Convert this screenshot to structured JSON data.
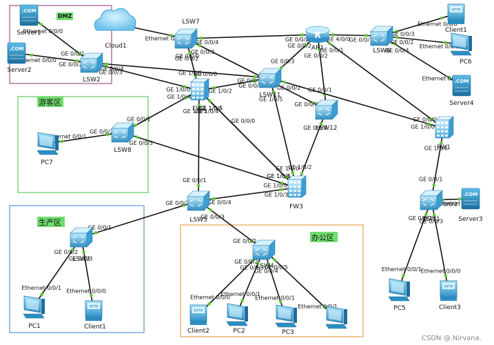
{
  "zones": [
    {
      "id": "dmz",
      "title": "DMZ",
      "color": "#a0508a",
      "bg": "#6fdc6f"
    },
    {
      "id": "guest",
      "title": "游客区",
      "color": "#5ec95e",
      "bg": "#6fdc6f"
    },
    {
      "id": "prod",
      "title": "生产区",
      "color": "#5b8fd8",
      "bg": "#6fdc6f"
    },
    {
      "id": "office",
      "title": "办公区",
      "color": "#e8a050",
      "bg": "#6fdc6f"
    }
  ],
  "devices": [
    {
      "id": "server1",
      "type": "server",
      "name": "Server1"
    },
    {
      "id": "server2",
      "type": "server",
      "name": "Server2"
    },
    {
      "id": "cloud1",
      "type": "cloud",
      "name": "Cloud1"
    },
    {
      "id": "lsw2",
      "type": "switch",
      "name": "LSW2"
    },
    {
      "id": "lsw7",
      "type": "switch",
      "name": "LSW7"
    },
    {
      "id": "fw2",
      "type": "firewall",
      "name": "FW2"
    },
    {
      "id": "lsw11",
      "type": "switch",
      "name": "LSW11"
    },
    {
      "id": "lsw12",
      "type": "switch",
      "name": "LSW12"
    },
    {
      "id": "ar1",
      "type": "router",
      "name": "AR1"
    },
    {
      "id": "lsw6",
      "type": "switch",
      "name": "LSW6"
    },
    {
      "id": "client1",
      "type": "client",
      "name": "Client1"
    },
    {
      "id": "pc6",
      "type": "pc",
      "name": "PC6"
    },
    {
      "id": "server4",
      "type": "server",
      "name": "Server4"
    },
    {
      "id": "fw1",
      "type": "firewall",
      "name": "FW1"
    },
    {
      "id": "lsw8",
      "type": "switch",
      "name": "LSW8"
    },
    {
      "id": "pc7",
      "type": "pc",
      "name": "PC7"
    },
    {
      "id": "fw3",
      "type": "firewall",
      "name": "FW3"
    },
    {
      "id": "lsw5",
      "type": "switch",
      "name": "LSW5"
    },
    {
      "id": "lsw3",
      "type": "switch",
      "name": "LSW3"
    },
    {
      "id": "pc1",
      "type": "pc",
      "name": "PC1"
    },
    {
      "id": "client1b",
      "type": "client",
      "name": "Client1"
    },
    {
      "id": "lsw4",
      "type": "switch",
      "name": "LSW4"
    },
    {
      "id": "client2",
      "type": "client",
      "name": "Client2"
    },
    {
      "id": "pc2",
      "type": "pc",
      "name": "PC2"
    },
    {
      "id": "pc3",
      "type": "pc",
      "name": "PC3"
    },
    {
      "id": "pc4",
      "type": "pc",
      "name": ""
    },
    {
      "id": "lsw1",
      "type": "switch",
      "name": "LSW1"
    },
    {
      "id": "server3",
      "type": "server",
      "name": "Server3"
    },
    {
      "id": "pc5",
      "type": "pc",
      "name": "PC5"
    },
    {
      "id": "client3",
      "type": "client",
      "name": "Client3"
    }
  ],
  "links": [
    {
      "a": "server1",
      "b": "lsw2",
      "la": "Ethernet 0/0/0",
      "lb": "GE 0/0/1"
    },
    {
      "a": "server2",
      "b": "lsw2",
      "la": "Ethernet 0/0/0",
      "lb": "GE 0/0/2"
    },
    {
      "a": "cloud1",
      "b": "lsw7",
      "la": "",
      "lb": "Ethernet 0/0/1"
    },
    {
      "a": "lsw2",
      "b": "fw2",
      "la": "GE 0/0/3",
      "lb": "GE 1/0/0"
    },
    {
      "a": "lsw2",
      "b": "lsw11",
      "la": "GE 0/0/4",
      "lb": "GE 0/0/1"
    },
    {
      "a": "lsw7",
      "b": "fw2",
      "la": "GE 0/0/2",
      "lb": "GE 1/0/1"
    },
    {
      "a": "lsw7",
      "b": "lsw12",
      "la": "GE 0/0/3",
      "lb": "GE 0/0/3"
    },
    {
      "a": "lsw7",
      "b": "ar1",
      "la": "GE 0/0/4",
      "lb": "GE 0/0/2"
    },
    {
      "a": "fw2",
      "b": "lsw11",
      "la": "GE 1/0/2",
      "lb": "GE 0/0/2"
    },
    {
      "a": "fw2",
      "b": "fw3",
      "la": "GE 1/0/5",
      "lb": "GE 1/0/1"
    },
    {
      "a": "fw2",
      "b": "fw3",
      "la": "GE 1/0/6",
      "lb": "GE 1/0/6"
    },
    {
      "a": "fw2",
      "b": "lsw8",
      "la": "GE 1/0/4",
      "lb": "GE 0/0/1"
    },
    {
      "a": "fw2",
      "b": "lsw5",
      "la": "GE 1/0/3",
      "lb": "GE 0/0/1"
    },
    {
      "a": "ar1",
      "b": "lsw6",
      "la": "GE 4/0/0",
      "lb": "GE 0/0/1"
    },
    {
      "a": "ar1",
      "b": "lsw11",
      "la": "GE 0/0/2",
      "lb": "GE 0/0/3"
    },
    {
      "a": "ar1",
      "b": "lsw12",
      "la": "GE 0/0/2",
      "lb": "GE 0/0/1"
    },
    {
      "a": "ar1",
      "b": "fw1",
      "la": "GE 0/0/1",
      "lb": "GE 0/0/0"
    },
    {
      "a": "lsw6",
      "b": "client1",
      "la": "GE 0/0/3",
      "lb": "Ethernet 0/0/0"
    },
    {
      "a": "lsw6",
      "b": "pc6",
      "la": "GE 0/0/2",
      "lb": "Ethernet 0/0/1"
    },
    {
      "a": "lsw6",
      "b": "server4",
      "la": "GE 0/0/4",
      "lb": "Ethernet 0/0/0"
    },
    {
      "a": "lsw11",
      "b": "fw1",
      "la": "GE 0/0/2",
      "lb": "GE 1/0/0"
    },
    {
      "a": "lsw11",
      "b": "fw3",
      "la": "GE 1/0/5",
      "lb": "GE 1/0/0"
    },
    {
      "a": "lsw12",
      "b": "fw3",
      "la": "GE 0/0/3",
      "lb": "GE 1/0/2"
    },
    {
      "a": "lsw8",
      "b": "pc7",
      "la": "GE 0/0/2",
      "lb": "Ethernet 0/0/1"
    },
    {
      "a": "lsw8",
      "b": "fw3",
      "la": "GE 0/0/3",
      "lb": "GE 1/0/0"
    },
    {
      "a": "lsw5",
      "b": "fw3",
      "la": "GE 0/0/4",
      "lb": "GE 1/0/3"
    },
    {
      "a": "lsw5",
      "b": "lsw3",
      "la": "GE 0/0/2",
      "lb": "GE 0/0/1"
    },
    {
      "a": "lsw5",
      "b": "lsw4",
      "la": "GE 0/0/3",
      "lb": "GE 0/0/1"
    },
    {
      "a": "lsw3",
      "b": "pc1",
      "la": "GE 0/0/2",
      "lb": "Ethernet 0/0/1"
    },
    {
      "a": "lsw3",
      "b": "client1b",
      "la": "GE 0/0/3",
      "lb": "Ethernet 0/0/0"
    },
    {
      "a": "lsw4",
      "b": "client2",
      "la": "GE 0/0/2",
      "lb": "Ethernet 0/0/0"
    },
    {
      "a": "lsw4",
      "b": "pc2",
      "la": "GE 0/0/3",
      "lb": "Ethernet 0/0/1"
    },
    {
      "a": "lsw4",
      "b": "pc3",
      "la": "GE 0/0/4",
      "lb": "Ethernet 0/0/1"
    },
    {
      "a": "lsw4",
      "b": "pc4",
      "la": "GE 0/0/5",
      "lb": "Ethernet 0/0/1"
    },
    {
      "a": "fw1",
      "b": "lsw1",
      "la": "GE 1/0/1",
      "lb": "GE 0/0/1"
    },
    {
      "a": "lsw1",
      "b": "server3",
      "la": "GE 0/0/2",
      "lb": "Ethernet 0/0/0"
    },
    {
      "a": "lsw1",
      "b": "pc5",
      "la": "GE 0/0/2",
      "lb": "Ethernet 0/0/1"
    },
    {
      "a": "lsw1",
      "b": "client3",
      "la": "GE 0/0/3",
      "lb": "Ethernet 0/0/0"
    }
  ],
  "extra_labels": [
    "GE 0/0/0",
    "GE 0/0/0",
    "GE 1/0/4",
    "GE 0/0/0"
  ],
  "watermark": "CSDN @.Nirvana.",
  "colors": {
    "link": "#111111",
    "port": "#5ecb32",
    "device_dark": "#2a7fb0",
    "device_light": "#8fd3f2",
    "server_text": "#ffffff"
  }
}
